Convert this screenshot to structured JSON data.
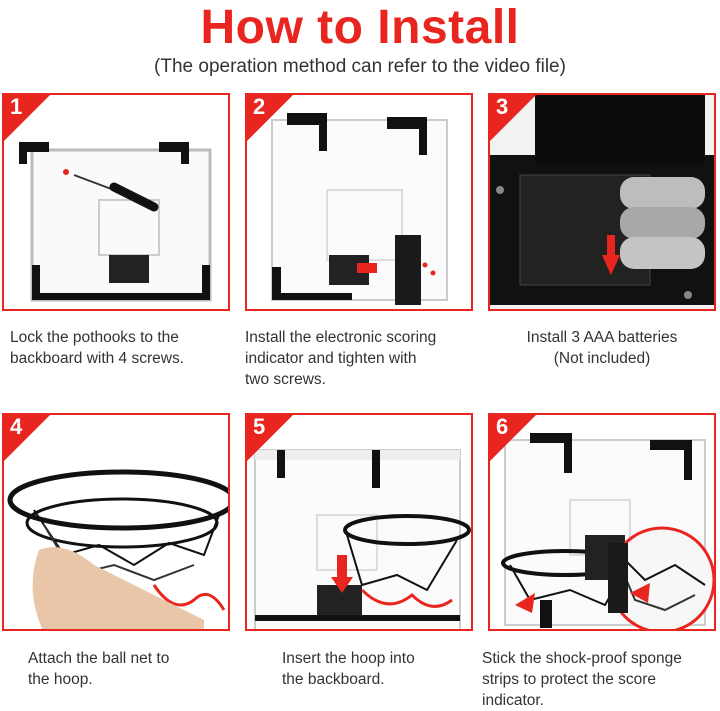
{
  "header": {
    "title": "How to Install",
    "subtitle": "(The operation method can refer to the video file)"
  },
  "steps": [
    {
      "number": "1",
      "caption_lines": [
        "Lock the pothooks to the",
        "backboard with 4 screws."
      ]
    },
    {
      "number": "2",
      "caption_lines": [
        "Install the electronic scoring",
        "indicator and tighten with",
        "two screws."
      ]
    },
    {
      "number": "3",
      "caption_lines": [
        "Install 3 AAA batteries",
        "(Not included)"
      ]
    },
    {
      "number": "4",
      "caption_lines": [
        "Attach the ball net to",
        "the hoop."
      ]
    },
    {
      "number": "5",
      "caption_lines": [
        "Insert the hoop into",
        "the backboard."
      ]
    },
    {
      "number": "6",
      "caption_lines": [
        "Stick the shock-proof sponge",
        "strips to protect the score",
        "indicator."
      ]
    }
  ],
  "colors": {
    "accent": "#e8251f",
    "frame": "#111111",
    "text": "#333333"
  }
}
